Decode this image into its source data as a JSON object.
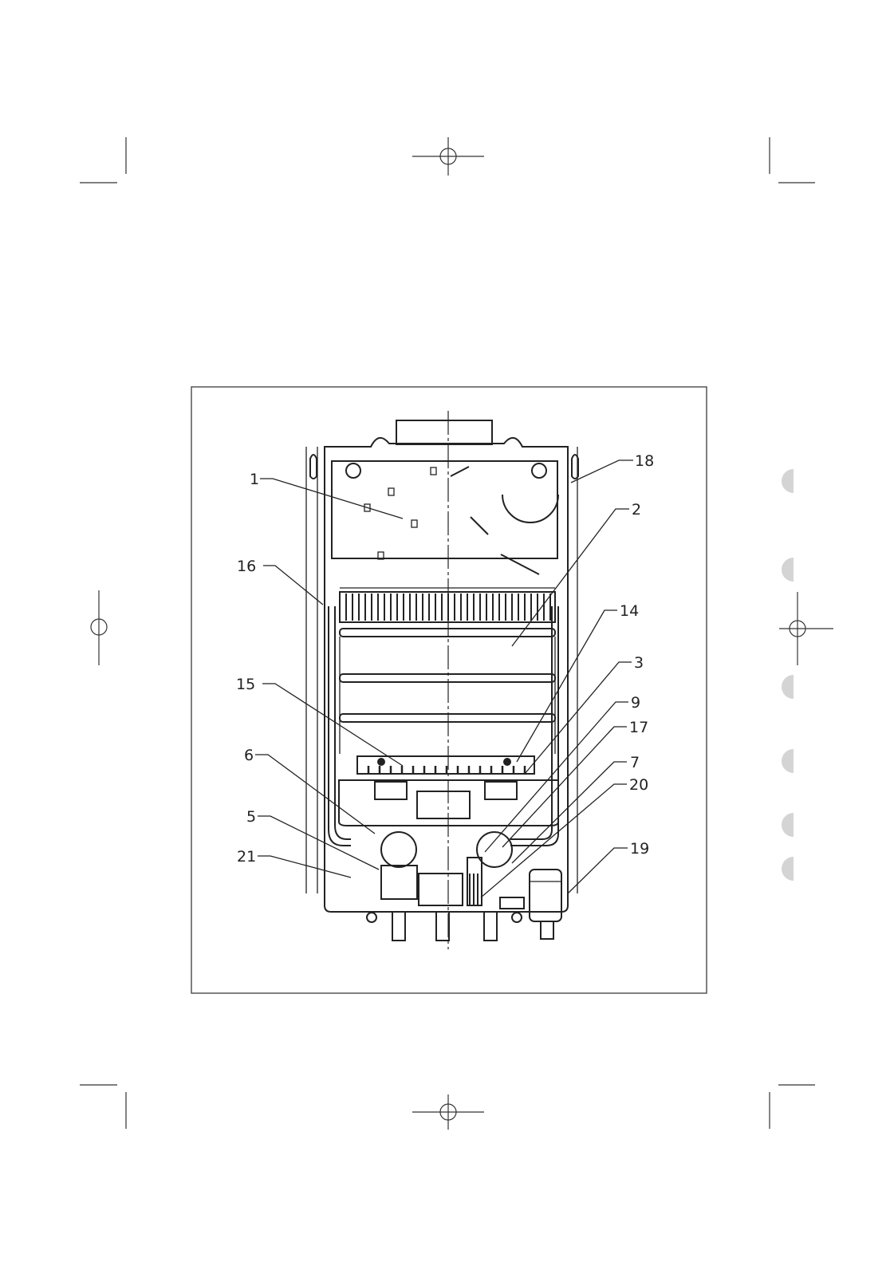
{
  "diagram": {
    "labels": {
      "l1": "1",
      "l2": "2",
      "l3": "3",
      "l5": "5",
      "l6": "6",
      "l7": "7",
      "l9": "9",
      "l14": "14",
      "l15": "15",
      "l16": "16",
      "l17": "17",
      "l18": "18",
      "l19": "19",
      "l20": "20",
      "l21": "21"
    }
  }
}
